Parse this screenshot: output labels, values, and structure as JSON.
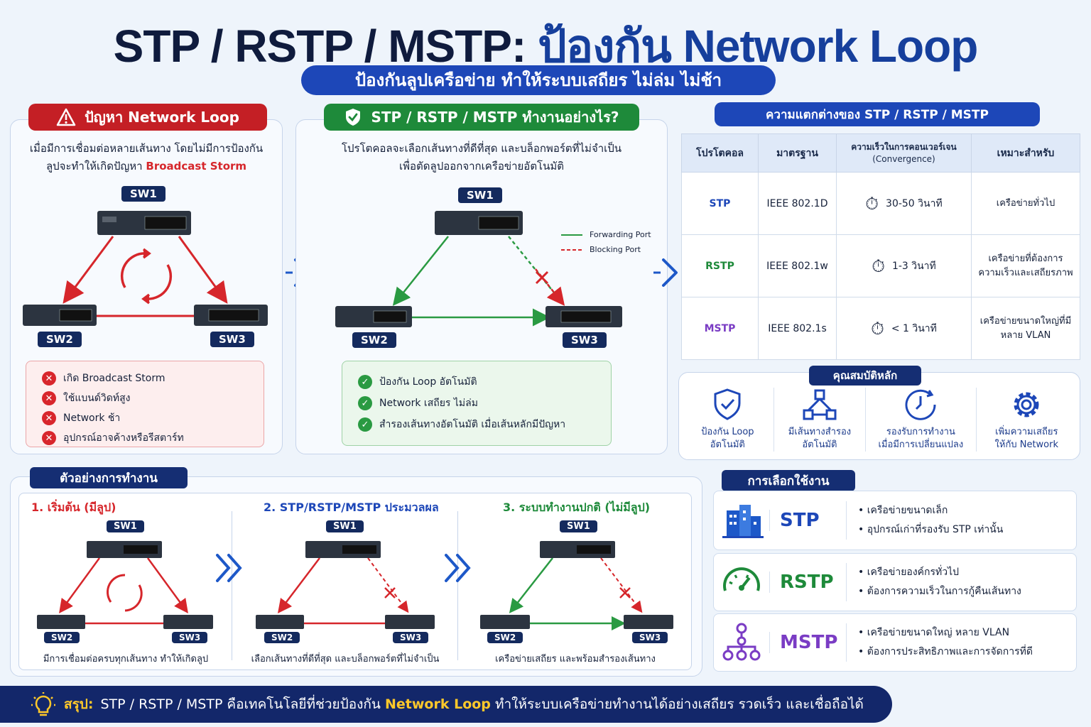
{
  "header": {
    "title_part1": "STP / RSTP / MSTP:",
    "title_part2": "ป้องกัน Network Loop",
    "subtitle": "ป้องกันลูปเครือข่าย ทำให้ระบบเสถียร ไม่ล่ม ไม่ช้า"
  },
  "problem": {
    "heading": "ปัญหา Network Loop",
    "desc_line1": "เมื่อมีการเชื่อมต่อหลายเส้นทาง โดยไม่มีการป้องกัน",
    "desc_line2_pre": "ลูปจะทำให้เกิดปัญหา",
    "desc_line2_hl": "Broadcast Storm",
    "switches": [
      "SW1",
      "SW2",
      "SW3"
    ],
    "issues": [
      "เกิด Broadcast Storm",
      "ใช้แบนด์วิดท์สูง",
      "Network ช้า",
      "อุปกรณ์อาจค้างหรือรีสตาร์ท"
    ]
  },
  "how": {
    "heading": "STP / RSTP / MSTP ทำงานอย่างไร?",
    "desc_line1": "โปรโตคอลจะเลือกเส้นทางที่ดีที่สุด และบล็อกพอร์ตที่ไม่จำเป็น",
    "desc_line2": "เพื่อตัดลูปออกจากเครือข่ายอัตโนมัติ",
    "switches": [
      "SW1",
      "SW2",
      "SW3"
    ],
    "legend_forward": "Forwarding Port",
    "legend_block": "Blocking Port",
    "benefits": [
      "ป้องกัน Loop อัตโนมัติ",
      "Network เสถียร ไม่ล่ม",
      "สำรองเส้นทางอัตโนมัติ เมื่อเส้นหลักมีปัญหา"
    ]
  },
  "compare": {
    "heading": "ความแตกต่างของ STP / RSTP / MSTP",
    "columns": [
      "โปรโตคอล",
      "มาตรฐาน",
      "ความเร็วในการคอนเวอร์เจน",
      "(Convergence)",
      "เหมาะสำหรับ"
    ],
    "rows": [
      {
        "name": "STP",
        "standard": "IEEE 802.1D",
        "speed": "30-50 วินาที",
        "use1": "เครือข่ายทั่วไป",
        "use2": "",
        "color": "#1d47b8"
      },
      {
        "name": "RSTP",
        "standard": "IEEE 802.1w",
        "speed": "1-3 วินาที",
        "use1": "เครือข่ายที่ต้องการ",
        "use2": "ความเร็วและเสถียรภาพ",
        "color": "#1e8a3a"
      },
      {
        "name": "MSTP",
        "standard": "IEEE 802.1s",
        "speed": "< 1 วินาที",
        "use1": "เครือข่ายขนาดใหญ่ที่มี",
        "use2": "หลาย VLAN",
        "color": "#7a3cc4"
      }
    ]
  },
  "features": {
    "heading": "คุณสมบัติหลัก",
    "items": [
      {
        "icon": "shield-check-icon",
        "l1": "ป้องกัน Loop",
        "l2": "อัตโนมัติ"
      },
      {
        "icon": "topology-icon",
        "l1": "มีเส้นทางสำรอง",
        "l2": "อัตโนมัติ"
      },
      {
        "icon": "clock-icon",
        "l1": "รองรับการทำงาน",
        "l2": "เมื่อมีการเปลี่ยนแปลง"
      },
      {
        "icon": "gear-icon",
        "l1": "เพิ่มความเสถียร",
        "l2": "ให้กับ Network"
      }
    ]
  },
  "example": {
    "heading": "ตัวอย่างการทำงาน",
    "steps": [
      {
        "title": "1. เริ่มต้น (มีลูป)",
        "caption": "มีการเชื่อมต่อครบทุกเส้นทาง ทำให้เกิดลูป",
        "color": "#d6262b"
      },
      {
        "title": "2. STP/RSTP/MSTP ประมวลผล",
        "caption": "เลือกเส้นทางที่ดีที่สุด และบล็อกพอร์ตที่ไม่จำเป็น",
        "color": "#1d47b8"
      },
      {
        "title": "3. ระบบทำงานปกติ (ไม่มีลูป)",
        "caption": "เครือข่ายเสถียร และพร้อมสำรองเส้นทาง",
        "color": "#1e8a3a"
      }
    ],
    "switches": [
      "SW1",
      "SW2",
      "SW3"
    ]
  },
  "selection": {
    "heading": "การเลือกใช้งาน",
    "rows": [
      {
        "icon": "building-icon",
        "name": "STP",
        "b1": "เครือข่ายขนาดเล็ก",
        "b2": "อุปกรณ์เก่าที่รองรับ STP เท่านั้น",
        "color": "#1d47b8"
      },
      {
        "icon": "speedometer-icon",
        "name": "RSTP",
        "b1": "เครือข่ายองค์กรทั่วไป",
        "b2": "ต้องการความเร็วในการกู้คืนเส้นทาง",
        "color": "#1e8a3a"
      },
      {
        "icon": "hierarchy-icon",
        "name": "MSTP",
        "b1": "เครือข่ายขนาดใหญ่ หลาย VLAN",
        "b2": "ต้องการประสิทธิภาพและการจัดการที่ดี",
        "color": "#7a3cc4"
      }
    ]
  },
  "summary": {
    "label": "สรุป:",
    "pre": "STP / RSTP / MSTP คือเทคโนโลยีที่ช่วยป้องกัน",
    "hl": "Network Loop",
    "post": "ทำให้ระบบเครือข่ายทำงานได้อย่างเสถียร รวดเร็ว และเชื่อถือได้"
  }
}
